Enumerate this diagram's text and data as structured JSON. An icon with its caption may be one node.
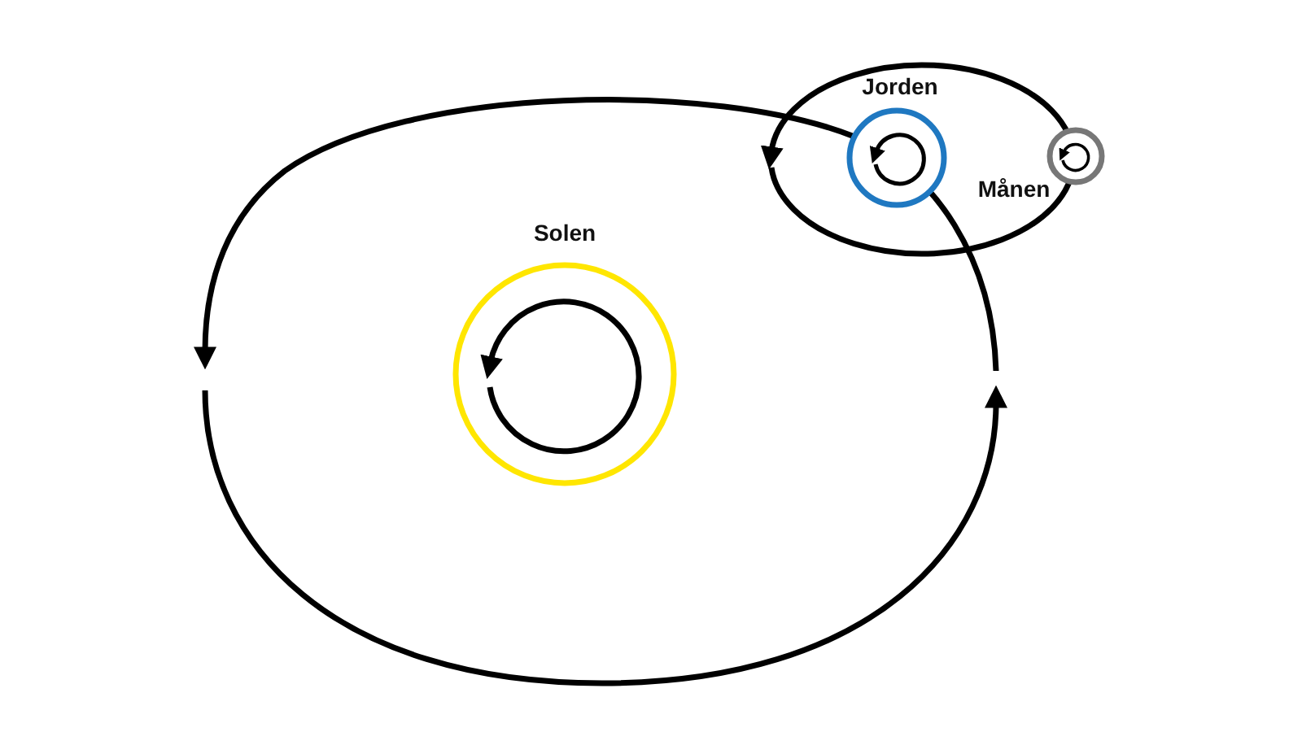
{
  "diagram": {
    "nodes": [
      {
        "text": [
          "Solen"
        ]
      },
      {
        "text": [
          "Jorden"
        ]
      },
      {
        "text": [
          "Månen"
        ]
      }
    ]
  }
}
